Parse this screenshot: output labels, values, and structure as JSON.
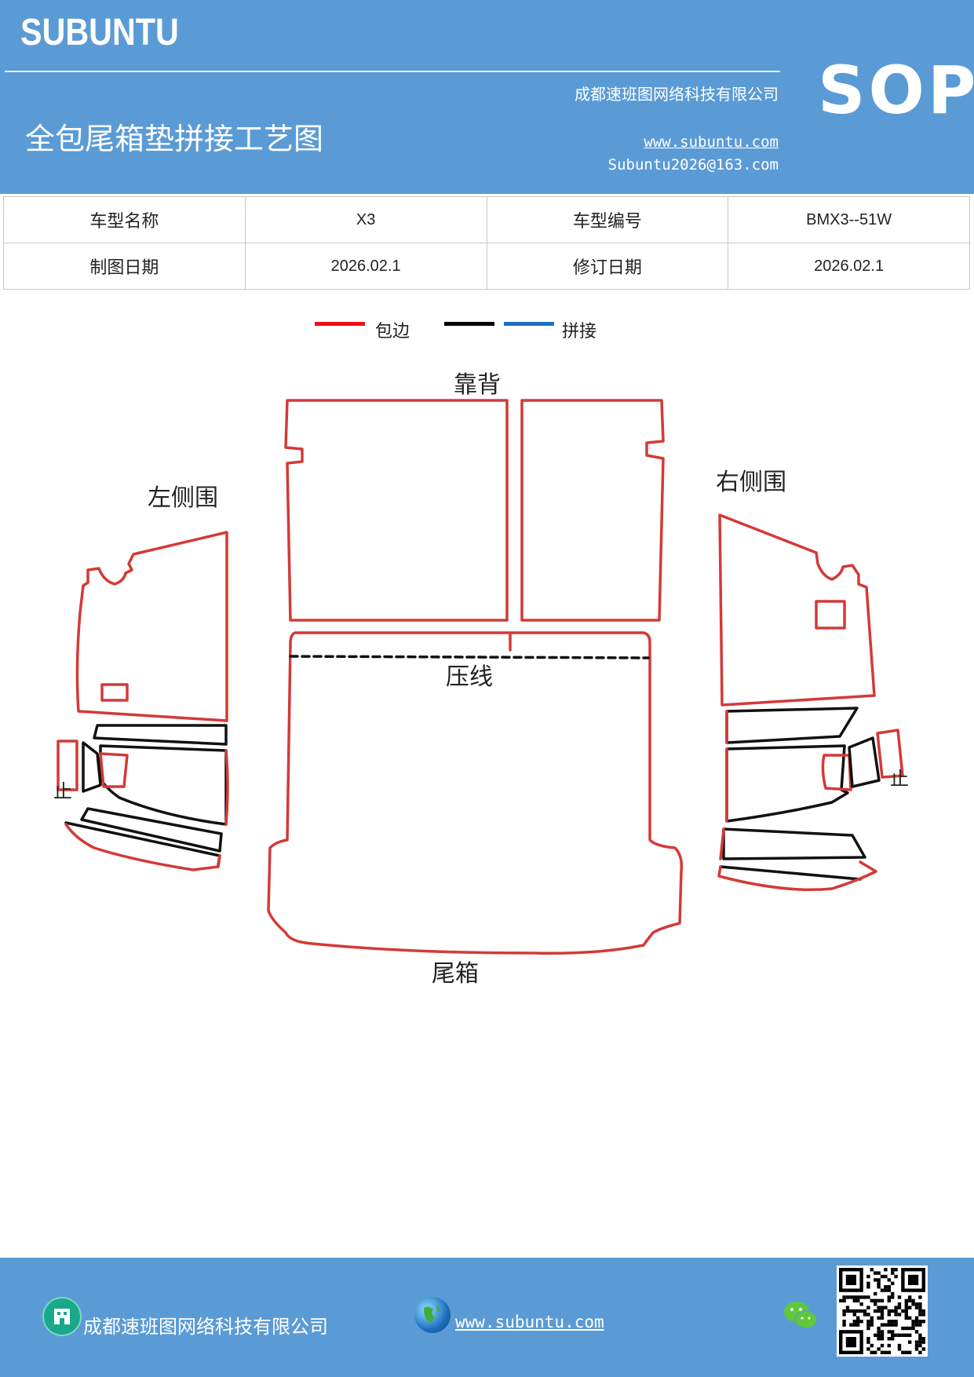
{
  "header": {
    "brand": "SUBUNTU",
    "sop": "SOP",
    "company": "成都速班图网络科技有限公司",
    "title": "全包尾箱垫拼接工艺图",
    "website": "www.subuntu.com",
    "email": "Subuntu2026@163.com"
  },
  "info_table": {
    "rows": [
      {
        "label1": "车型名称",
        "value1": "X3",
        "label2": "车型编号",
        "value2": "BMX3--51W"
      },
      {
        "label1": "制图日期",
        "value1": "2026.02.1",
        "label2": "修订日期",
        "value2": "2026.02.1"
      }
    ]
  },
  "legend": {
    "items": [
      {
        "color": "#e8101a",
        "label": "包边"
      },
      {
        "color": "#000000",
        "label": ""
      },
      {
        "color": "#1f6fc0",
        "label": "拼接"
      }
    ]
  },
  "diagram": {
    "labels": {
      "backrest": "靠背",
      "left_side": "左侧围",
      "right_side": "右侧围",
      "press_line": "压线",
      "trunk": "尾箱",
      "left_stop": "止",
      "right_stop": "止"
    },
    "colors": {
      "edge": "#d33a36",
      "seam": "#111111"
    }
  },
  "footer": {
    "company": "成都速班图网络科技有限公司",
    "website": "www.subuntu.com",
    "icons": [
      "building-icon",
      "globe-icon",
      "wechat-icon",
      "qr-code"
    ]
  }
}
